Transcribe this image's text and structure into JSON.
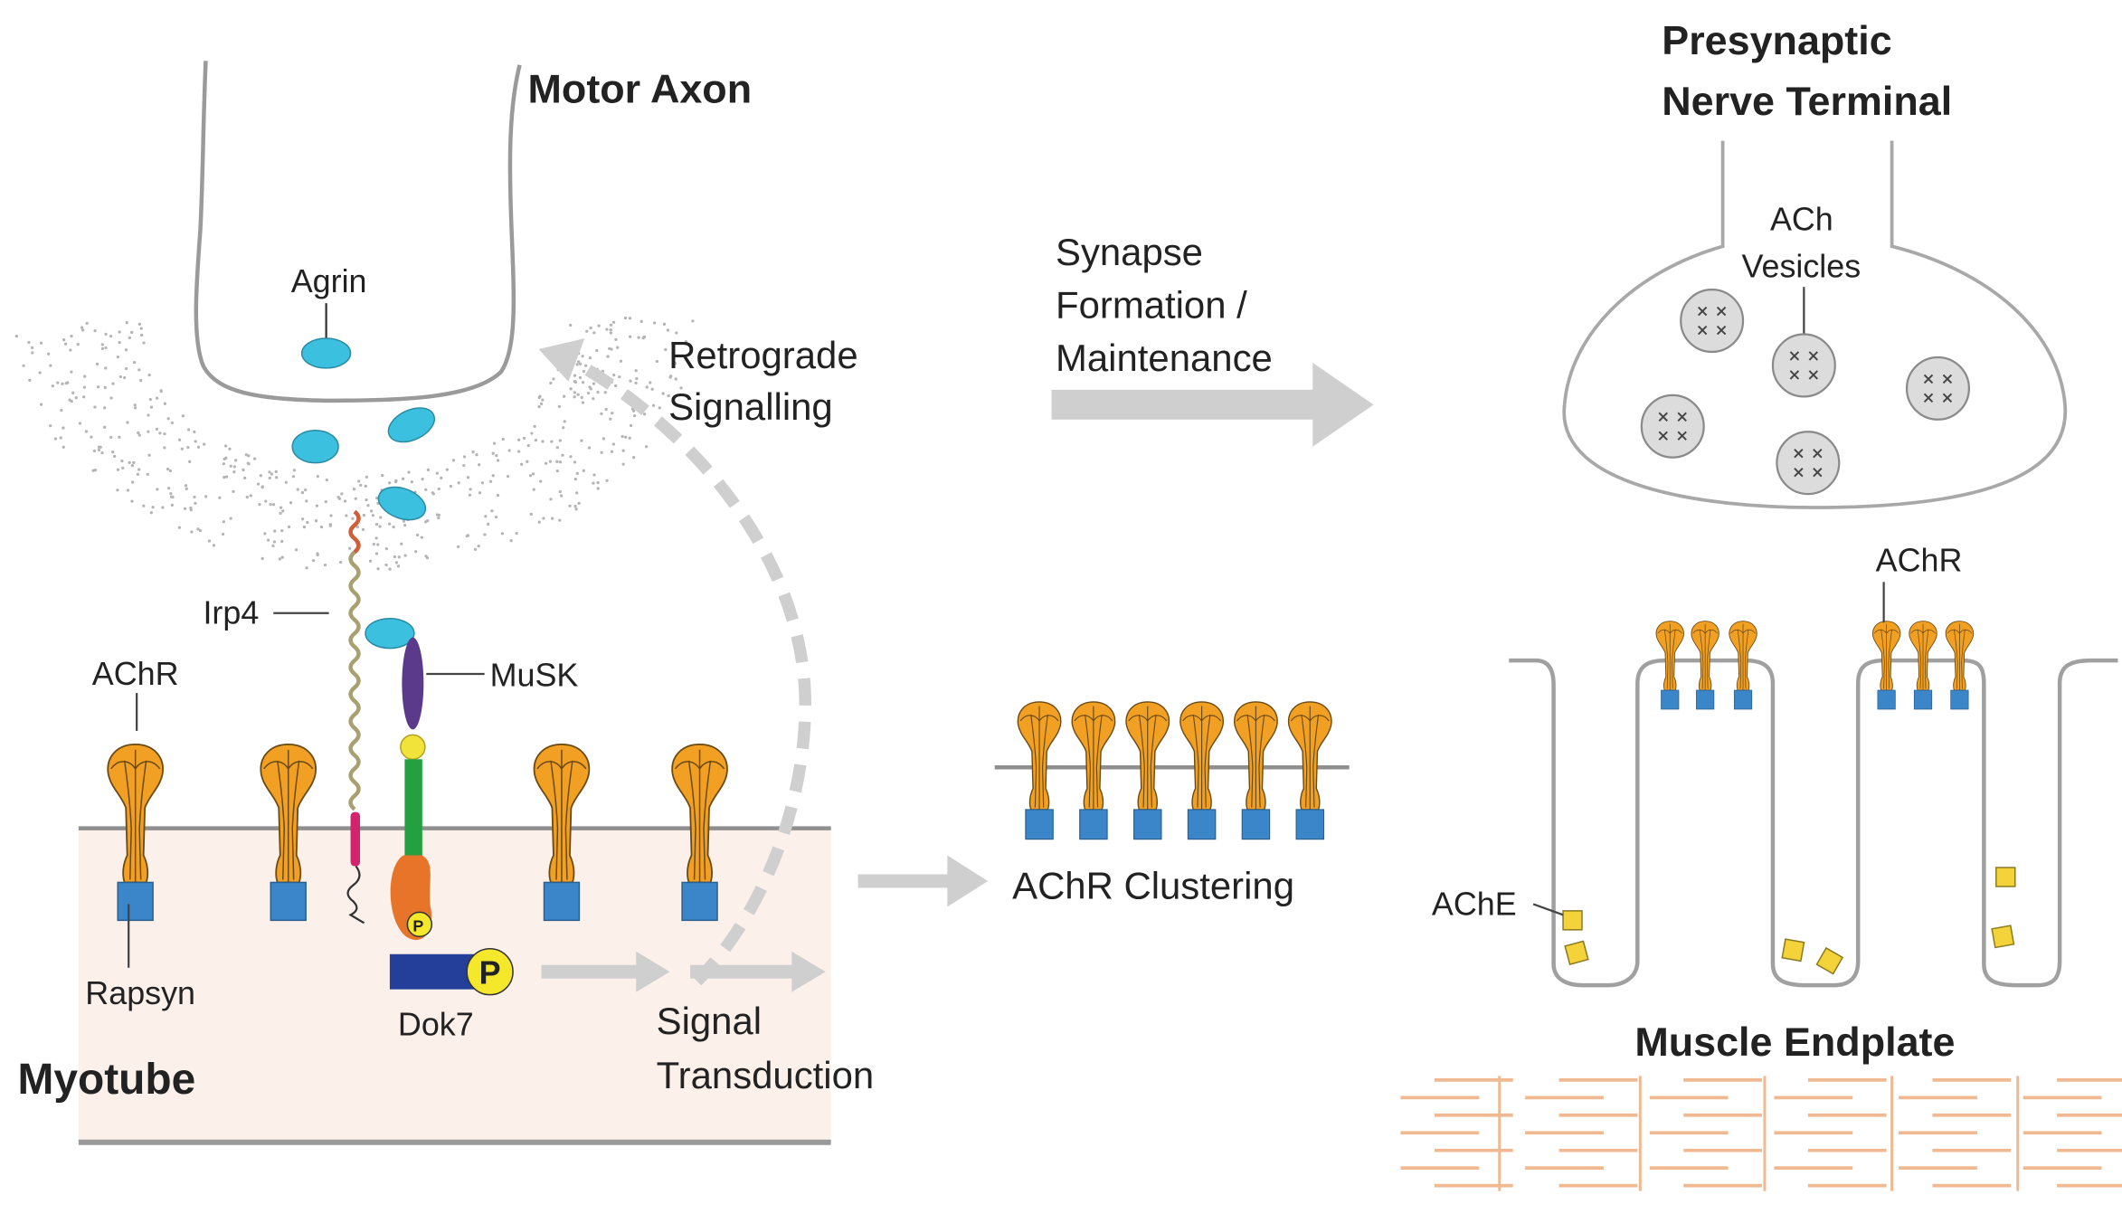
{
  "colors": {
    "membrane": "#8f8f8f",
    "axon_outline": "#9a9a9a",
    "myotube_fill": "#fcf0ea",
    "arrow": "#cfcfcf",
    "achr_orange": "#f2a023",
    "rapsyn_blue": "#3a86c8",
    "agrin_cyan": "#3cc0e0",
    "musk_purple": "#5b3a8c",
    "musk_green": "#23a040",
    "musk_yellow": "#f2e33a",
    "kinase_orange": "#e8742a",
    "dok7_blue": "#243f9a",
    "phospho_yellow": "#f5e82a",
    "lrp4_magenta": "#d2236c",
    "ache_yellow": "#f3d23a",
    "vesicle_fill": "#dcdcdc",
    "muscle_lines": "#f0b992"
  },
  "labels": {
    "motor_axon": "Motor Axon",
    "agrin": "Agrin",
    "retrograde": [
      "Retrograde",
      "Signalling"
    ],
    "irp4": "Irp4",
    "musk": "MuSK",
    "achr_left": "AChR",
    "rapsyn": "Rapsyn",
    "dok7": "Dok7",
    "phospho": "P",
    "signal": [
      "Signal",
      "Transduction"
    ],
    "myotube": "Myotube",
    "synapse": [
      "Synapse",
      "Formation /",
      "Maintenance"
    ],
    "achr_clustering": "AChR Clustering",
    "presynaptic": [
      "Presynaptic",
      "Nerve Terminal"
    ],
    "ach_vesicles": [
      "ACh",
      "Vesicles"
    ],
    "achr_right": "AChR",
    "ache": "AChE",
    "muscle_endplate": "Muscle Endplate"
  },
  "counts": {
    "left_achr": 4,
    "clustered_achr": 6,
    "endplate_achr": 6,
    "vesicles": 5,
    "ache_squares": 6
  }
}
